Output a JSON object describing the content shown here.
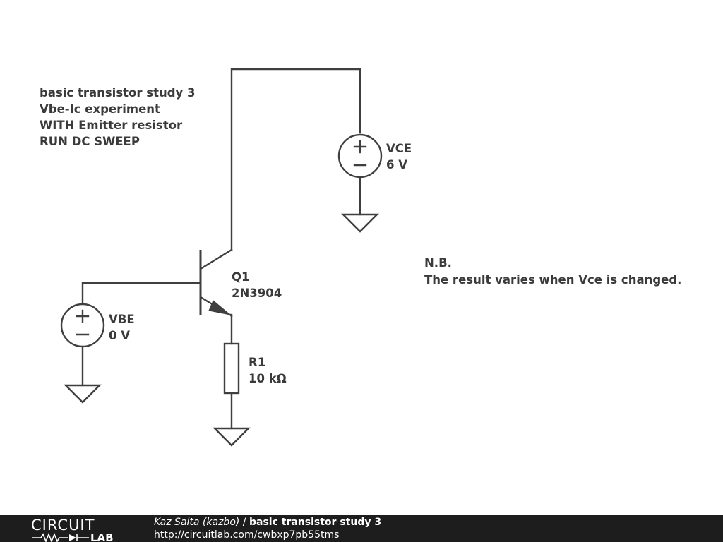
{
  "notes": {
    "title_lines": [
      "basic transistor study 3",
      "Vbe-Ic experiment",
      "WITH Emitter resistor",
      "RUN DC SWEEP"
    ],
    "nb_heading": "N.B.",
    "nb_text": "The result varies when Vce is changed."
  },
  "components": {
    "vce": {
      "name": "VCE",
      "value": "6 V"
    },
    "vbe": {
      "name": "VBE",
      "value": "0 V"
    },
    "q1": {
      "name": "Q1",
      "model": "2N3904"
    },
    "r1": {
      "name": "R1",
      "value": "10 kΩ"
    }
  },
  "footer": {
    "logo_top": "CIRCUIT",
    "logo_bottom": "LAB",
    "author": "Kaz Saita (kazbo)",
    "separator": " / ",
    "title": "basic transistor study 3",
    "url": "http://circuitlab.com/cwbxp7pb55tms"
  },
  "colors": {
    "ink": "#3a3a3a",
    "background": "#ffffff",
    "footer_background": "#1d1d1d",
    "footer_text": "#ffffff"
  }
}
